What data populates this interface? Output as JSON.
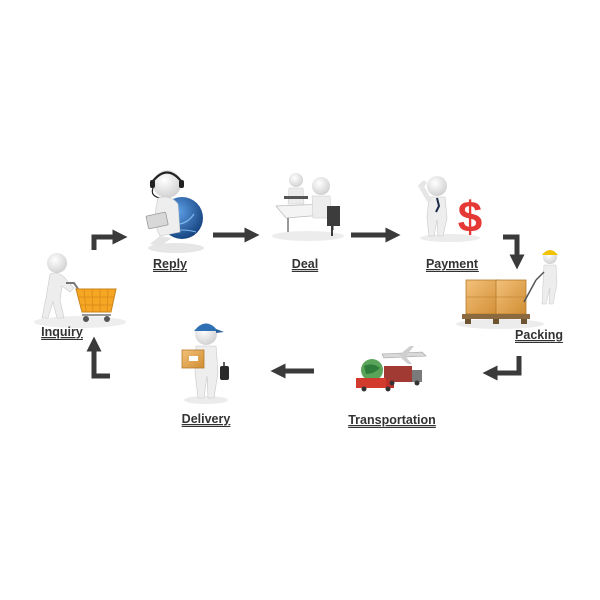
{
  "colors": {
    "arrow": "#3a3a3a",
    "figure": "#f2f2f2",
    "figure_shade": "#cfcfcf",
    "cart": "#f5a623",
    "headset_globe": "#1f5fa8",
    "dollar": "#e53935",
    "box": "#e8a94a",
    "cap": "#2f6fb3",
    "hardhat": "#f2c200",
    "truck": "#d23b2b",
    "label": "#333333"
  },
  "steps": [
    {
      "id": "inquiry",
      "label": "Inquiry",
      "icon": "shopping-cart-icon"
    },
    {
      "id": "reply",
      "label": "Reply",
      "icon": "headset-globe-icon"
    },
    {
      "id": "deal",
      "label": "Deal",
      "icon": "meeting-table-icon"
    },
    {
      "id": "payment",
      "label": "Payment",
      "icon": "dollar-icon"
    },
    {
      "id": "packing",
      "label": "Packing",
      "icon": "pallet-boxes-icon"
    },
    {
      "id": "transportation",
      "label": "Transportation",
      "icon": "truck-plane-icon"
    },
    {
      "id": "delivery",
      "label": "Delivery",
      "icon": "courier-parcel-icon"
    }
  ]
}
